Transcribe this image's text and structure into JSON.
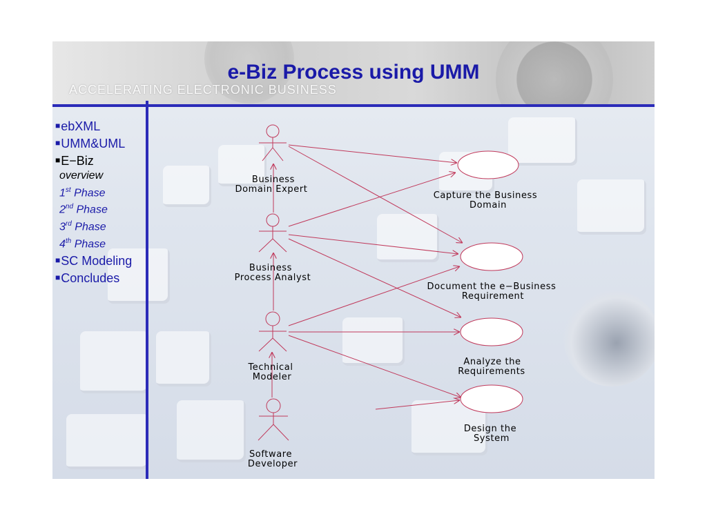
{
  "header": {
    "title": "e-Biz Process using UMM",
    "tagline": "ACCELERATING ELECTRONIC BUSINESS"
  },
  "sidebar": {
    "items": [
      {
        "label": "ebXML"
      },
      {
        "label": "UMM&UML"
      },
      {
        "label": "E−Biz"
      },
      {
        "label": "SC Modeling"
      },
      {
        "label": "Concludes"
      }
    ],
    "subitems": [
      {
        "label": "overview"
      },
      {
        "num": "1",
        "suffix": "st",
        "word": "Phase"
      },
      {
        "num": "2",
        "suffix": "nd",
        "word": "Phase"
      },
      {
        "num": "3",
        "suffix": "rd",
        "word": "Phase"
      },
      {
        "num": "4",
        "suffix": "th",
        "word": "Phase"
      }
    ]
  },
  "diagram": {
    "actors": [
      {
        "line1": "Business",
        "line2": "Domain Expert"
      },
      {
        "line1": "Business",
        "line2": "Process Analyst"
      },
      {
        "line1": "Technical",
        "line2": "Modeler"
      },
      {
        "line1": "Software",
        "line2": "Developer"
      }
    ],
    "use_cases": [
      {
        "line1": "Capture the Business",
        "line2": "Domain"
      },
      {
        "line1": "Document the e−Business",
        "line2": "Requirement"
      },
      {
        "line1": "Analyze the",
        "line2": "Requirements"
      },
      {
        "line1": "Design the",
        "line2": "System"
      }
    ],
    "line_color": "#c0385a"
  }
}
